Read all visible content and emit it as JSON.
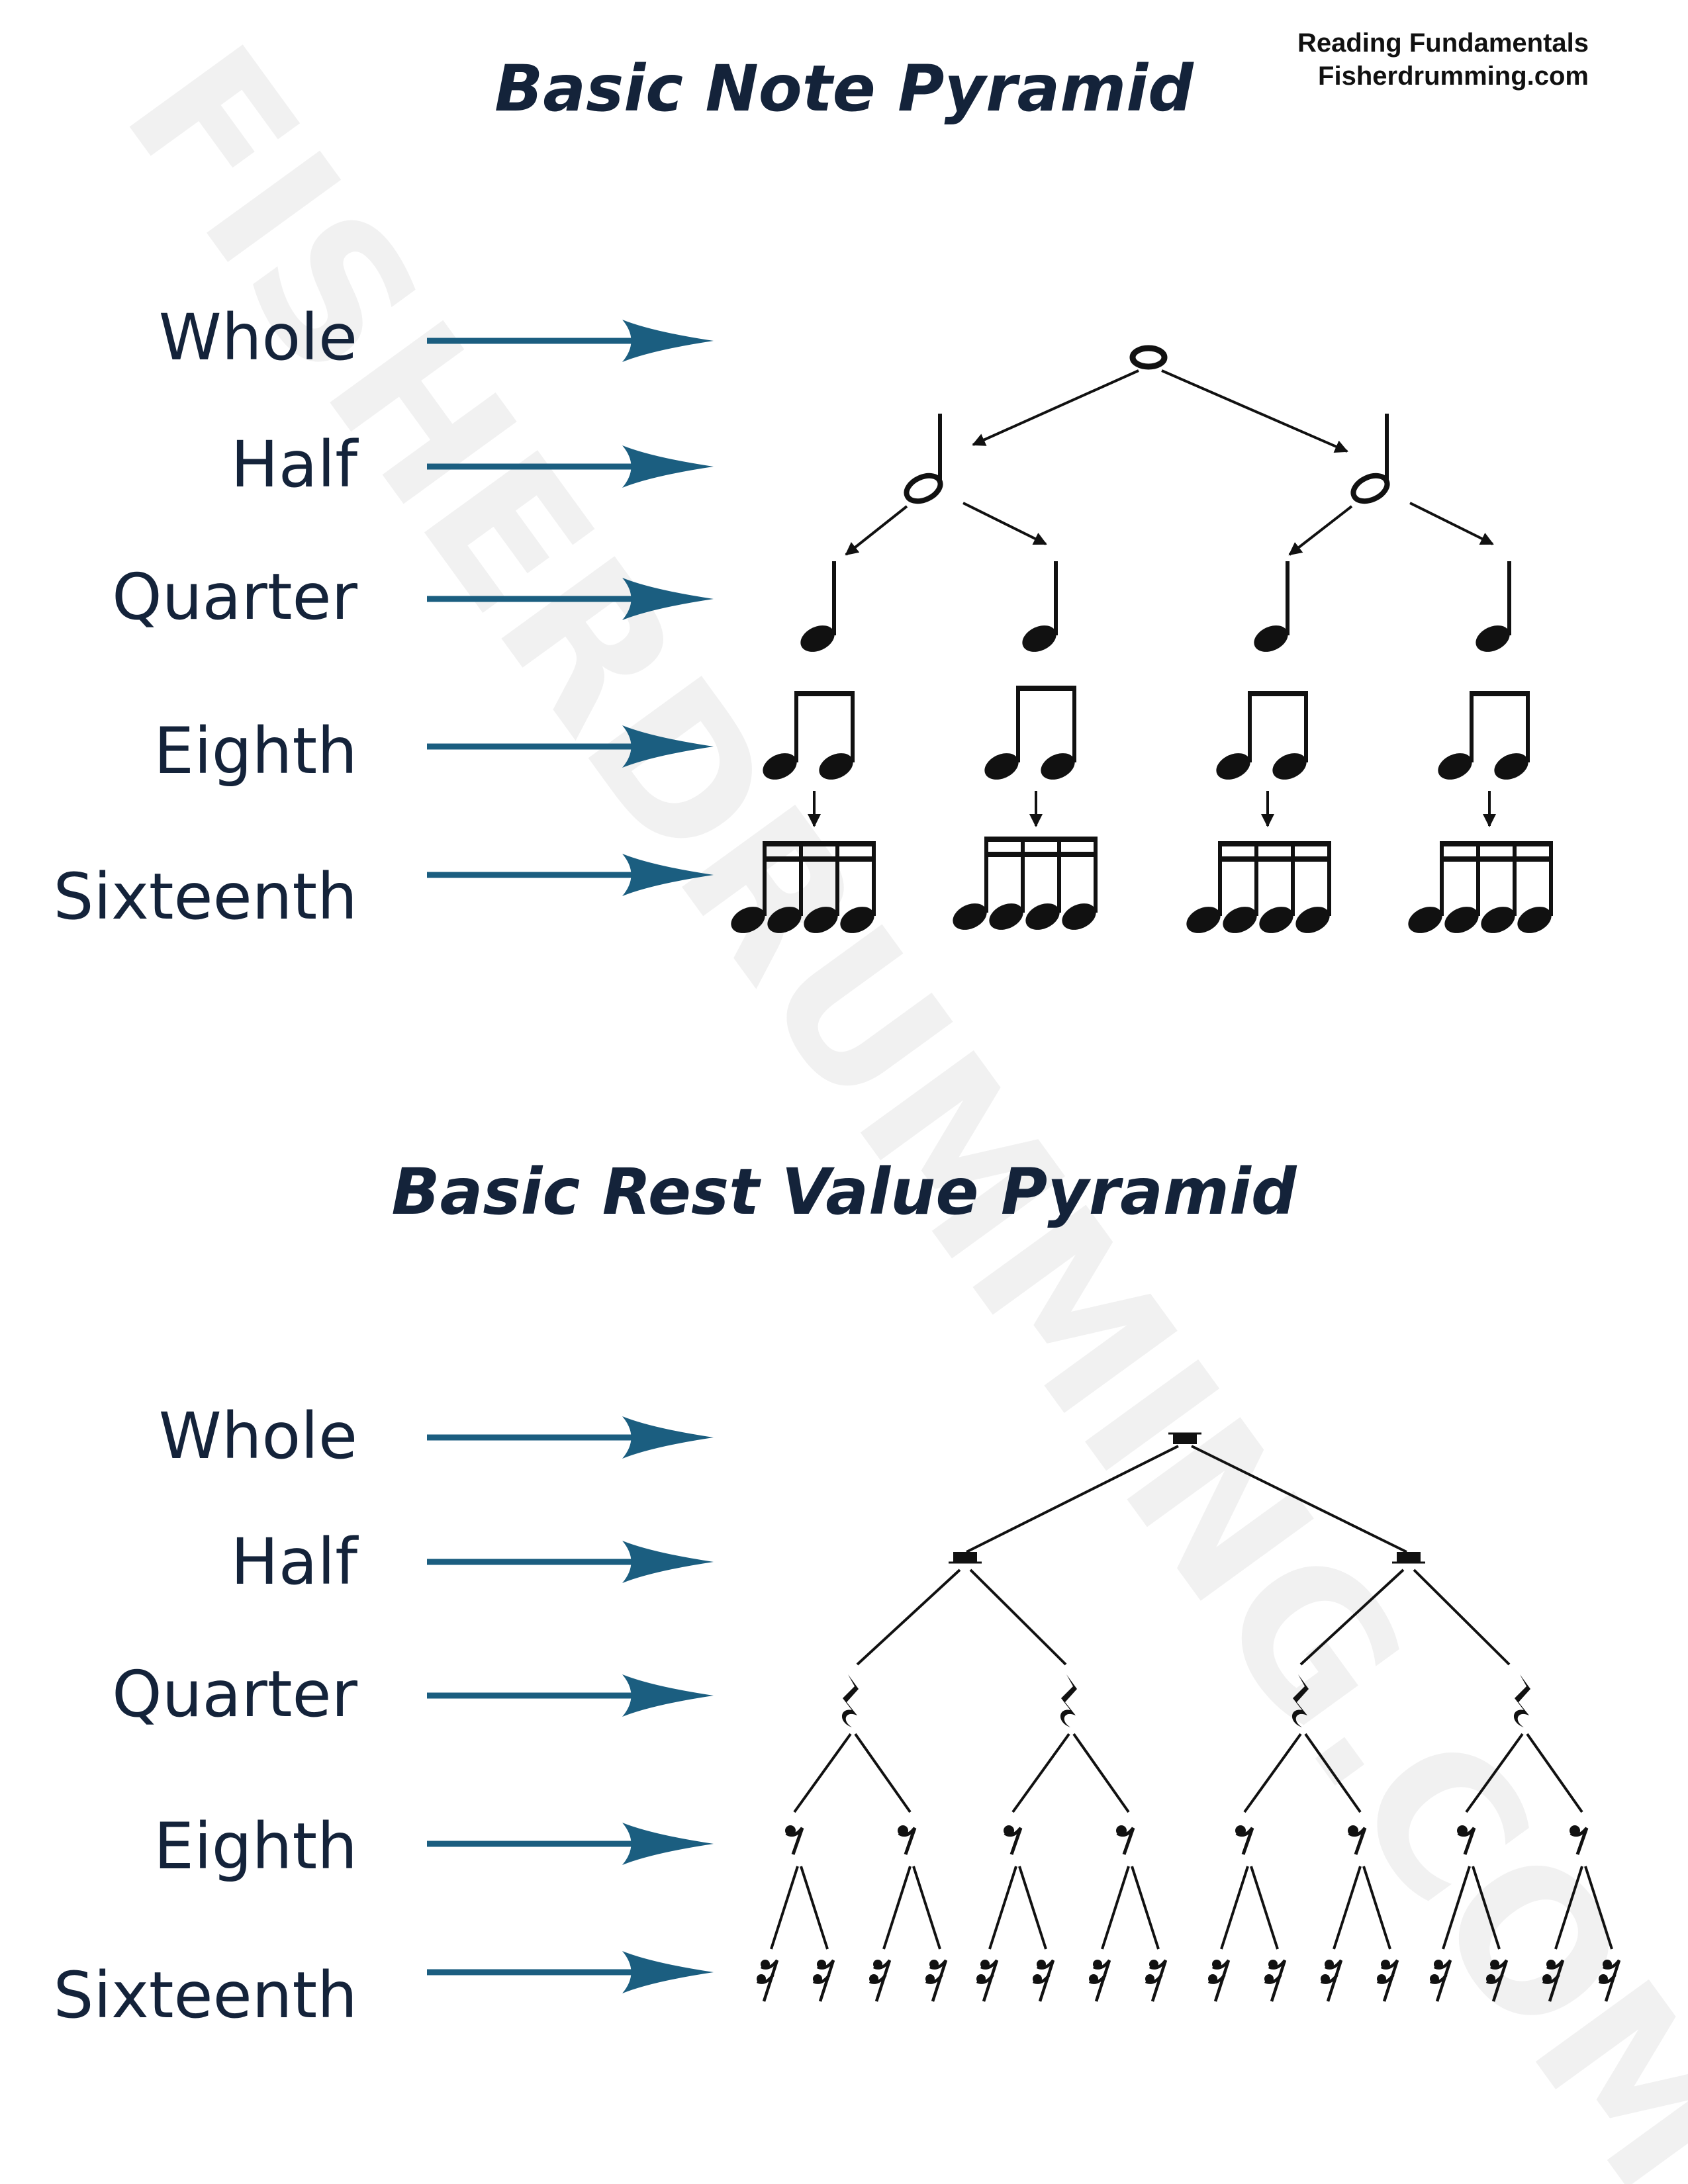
{
  "header": {
    "line1": "Reading Fundamentals",
    "line2": "Fisherdrumming.com"
  },
  "watermark": {
    "text": "FISHERDRUMMING.COM"
  },
  "note_pyramid": {
    "title": "Basic Note Pyramid",
    "levels": [
      "Whole",
      "Half",
      "Quarter",
      "Eighth",
      "Sixteenth"
    ]
  },
  "rest_pyramid": {
    "title": "Basic Rest Value Pyramid",
    "levels": [
      "Whole",
      "Half",
      "Quarter",
      "Eighth",
      "Sixteenth"
    ]
  },
  "colors": {
    "arrow": "#1b5e80",
    "text": "#14233a",
    "ink": "#111111",
    "watermark": "#f2f2f2"
  }
}
